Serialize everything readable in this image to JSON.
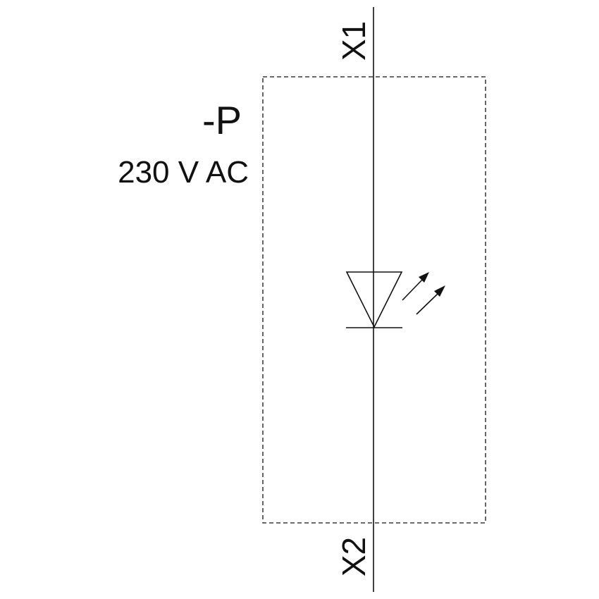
{
  "device": {
    "designation": "-P",
    "rating": "230 V AC"
  },
  "terminals": {
    "top": "X1",
    "bottom": "X2"
  },
  "symbol": {
    "type": "light-emitting-diode",
    "icon": "led-icon"
  },
  "colors": {
    "line": "#111111",
    "background": "#ffffff"
  }
}
